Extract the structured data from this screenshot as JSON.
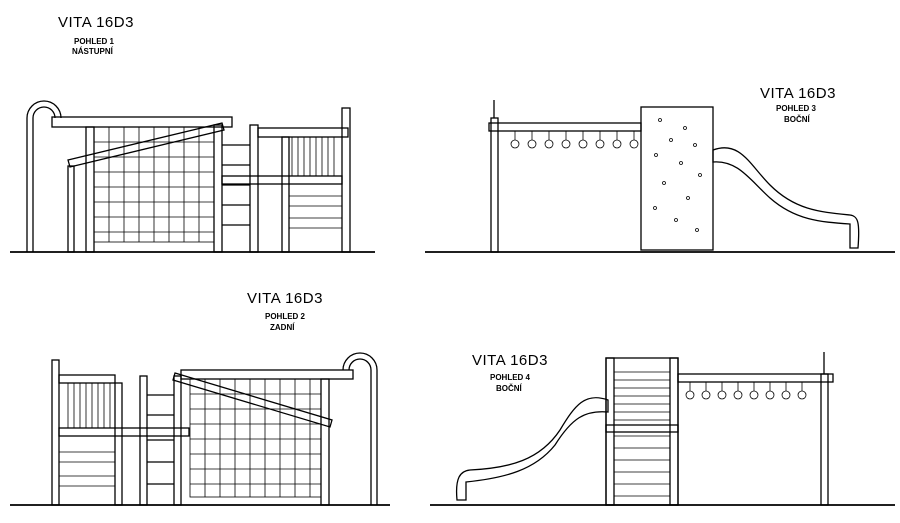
{
  "views": [
    {
      "id": "v1",
      "title": "VITA 16D3",
      "subtitle": "POHLED 1",
      "note": "NÁSTUPNÍ"
    },
    {
      "id": "v3",
      "title": "VITA 16D3",
      "subtitle": "POHLED 3",
      "note": "BOČNÍ"
    },
    {
      "id": "v2",
      "title": "VITA 16D3",
      "subtitle": "POHLED 2",
      "note": "ZADNÍ"
    },
    {
      "id": "v4",
      "title": "VITA 16D3",
      "subtitle": "POHLED 4",
      "note": "BOČNÍ"
    }
  ],
  "colors": {
    "line": "#000000",
    "background": "#ffffff"
  },
  "icons": {
    "v1": "playground-front-elevation",
    "v2": "playground-back-elevation",
    "v3": "playground-side-elevation",
    "v4": "playground-side-elevation"
  }
}
